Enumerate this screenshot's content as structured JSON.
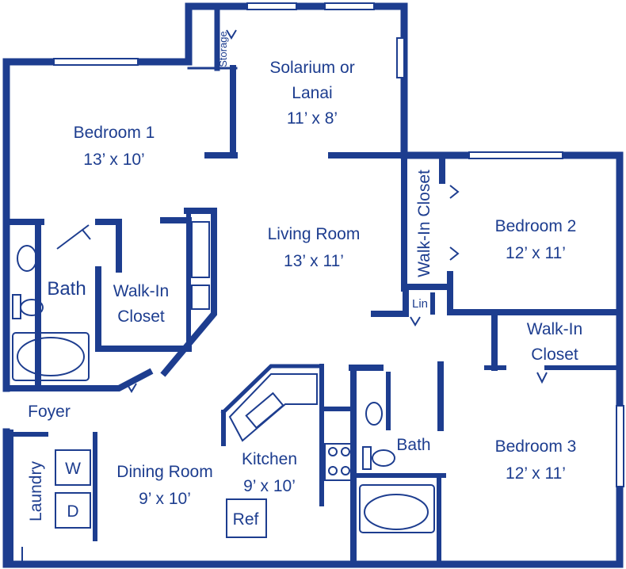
{
  "rooms": {
    "solarium": {
      "name_line1": "Solarium or",
      "name_line2": "Lanai",
      "size": "11’ x 8’"
    },
    "storage": {
      "name": "Storage"
    },
    "bedroom1": {
      "name": "Bedroom 1",
      "size": "13’ x 10’"
    },
    "living": {
      "name": "Living Room",
      "size": "13’ x 11’"
    },
    "walkin_center": {
      "name": "Walk-In Closet"
    },
    "bedroom2": {
      "name": "Bedroom 2",
      "size": "12’ x 11’"
    },
    "bath1": {
      "name": "Bath"
    },
    "walkin1": {
      "name_line1": "Walk-In",
      "name_line2": "Closet"
    },
    "linen": {
      "name": "Lin"
    },
    "walkin3": {
      "name_line1": "Walk-In",
      "name_line2": "Closet"
    },
    "foyer": {
      "name": "Foyer"
    },
    "laundry": {
      "name": "Laundry"
    },
    "washer": {
      "name": "W"
    },
    "dryer": {
      "name": "D"
    },
    "dining": {
      "name": "Dining Room",
      "size": "9’ x 10’"
    },
    "kitchen": {
      "name": "Kitchen",
      "size": "9’ x 10’"
    },
    "refrigerator": {
      "name": "Ref"
    },
    "bath2": {
      "name": "Bath"
    },
    "bedroom3": {
      "name": "Bedroom 3",
      "size": "12’ x 11’"
    }
  },
  "colors": {
    "wall": "#1d3d8f",
    "background": "#ffffff"
  }
}
